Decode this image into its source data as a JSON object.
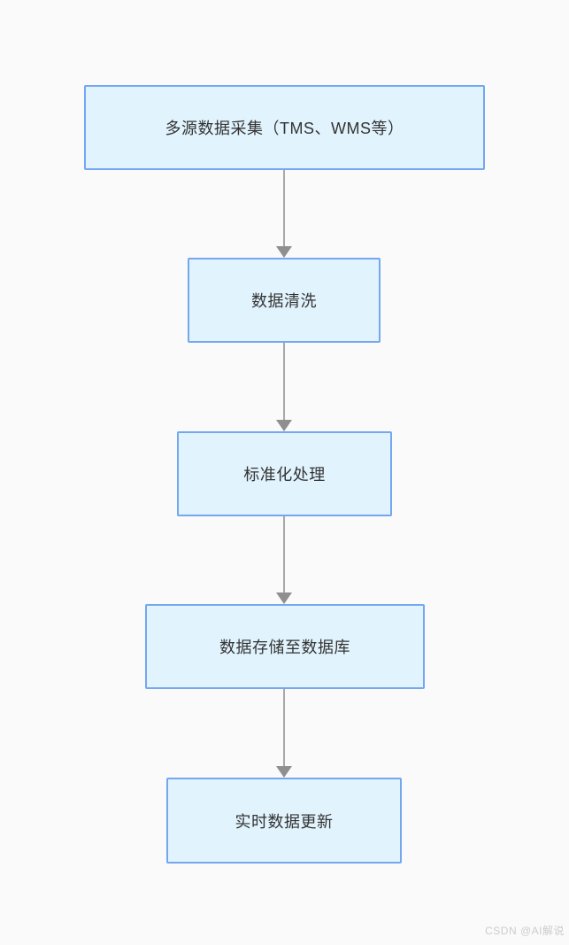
{
  "diagram": {
    "type": "flowchart",
    "direction": "top-down",
    "nodes": [
      {
        "label": "多源数据采集（TMS、WMS等）"
      },
      {
        "label": "数据清洗"
      },
      {
        "label": "标准化处理"
      },
      {
        "label": "数据存储至数据库"
      },
      {
        "label": "实时数据更新"
      }
    ],
    "edges": [
      {
        "from": 0,
        "to": 1
      },
      {
        "from": 1,
        "to": 2
      },
      {
        "from": 2,
        "to": 3
      },
      {
        "from": 3,
        "to": 4
      }
    ]
  },
  "watermark": {
    "text": "CSDN @AI解说"
  },
  "colors": {
    "canvas_bg": "#fafafa",
    "node_fill": "#e1f3fd",
    "node_border": "#74a7f0",
    "node_text": "#333333",
    "arrow_line": "#a9a9a9",
    "arrow_head": "#8f8f8f",
    "watermark_text": "#cccccc"
  }
}
